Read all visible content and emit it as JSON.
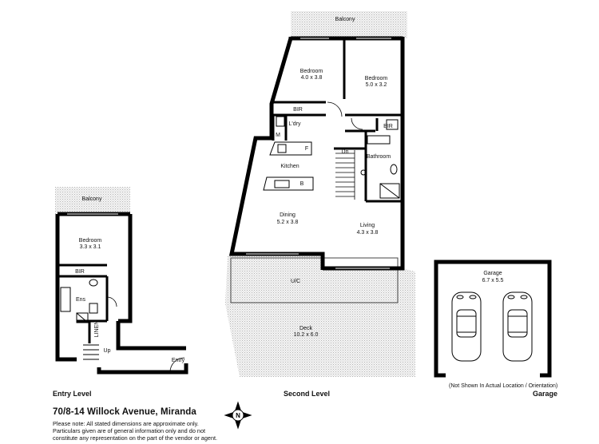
{
  "title": "70/8-14 Willock Avenue, Miranda",
  "disclaimer": [
    "Please note: All stated dimensions are approximate only.",
    "Particulars given are of general information only and do not",
    "constitute any representation on the part of the vendor or agent."
  ],
  "levels": {
    "entry": "Entry Level",
    "second": "Second Level",
    "garage": "Garage",
    "garage_note": "(Not Shown In Actual Location / Orientation)"
  },
  "compass_letter": "N",
  "rooms": {
    "balcony_top": "Balcony",
    "bed1_name": "Bedroom",
    "bed1_size": "4.0 x 3.8",
    "bed2_name": "Bedroom",
    "bed2_size": "5.0 x 3.2",
    "bir1": "BIR",
    "bir2": "BIR",
    "laundry": "L'dry",
    "m": "M",
    "f": "F",
    "dn": "Dn",
    "bathroom": "Bathroom",
    "kitchen": "Kitchen",
    "b": "B",
    "dining_name": "Dining",
    "dining_size": "5.2 x 3.8",
    "living_name": "Living",
    "living_size": "4.3 x 3.8",
    "uc": "U/C",
    "deck_name": "Deck",
    "deck_size": "10.2 x 6.0",
    "balcony_entry": "Balcony",
    "bed3_name": "Bedroom",
    "bed3_size": "3.3 x 3.1",
    "bir3": "BIR",
    "ens": "Ens",
    "linen": "LINEN",
    "up": "Up",
    "entry": "Entry",
    "garage_name": "Garage",
    "garage_size": "6.7 x 5.5"
  }
}
